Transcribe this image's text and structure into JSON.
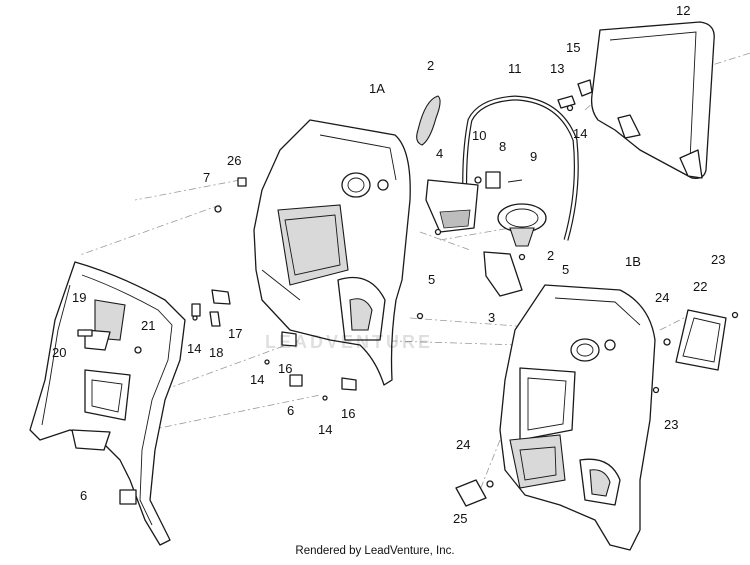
{
  "callouts": [
    "12",
    "2",
    "11",
    "15",
    "13",
    "1A",
    "14",
    "10",
    "8",
    "9",
    "4",
    "26",
    "7",
    "2",
    "5",
    "1B",
    "23",
    "24",
    "22",
    "19",
    "21",
    "5",
    "3",
    "17",
    "20",
    "14",
    "18",
    "16",
    "14",
    "6",
    "16",
    "14",
    "23",
    "24",
    "6",
    "25"
  ],
  "watermark": "LEADVENTURE",
  "footer": "Rendered by LeadVenture, Inc."
}
